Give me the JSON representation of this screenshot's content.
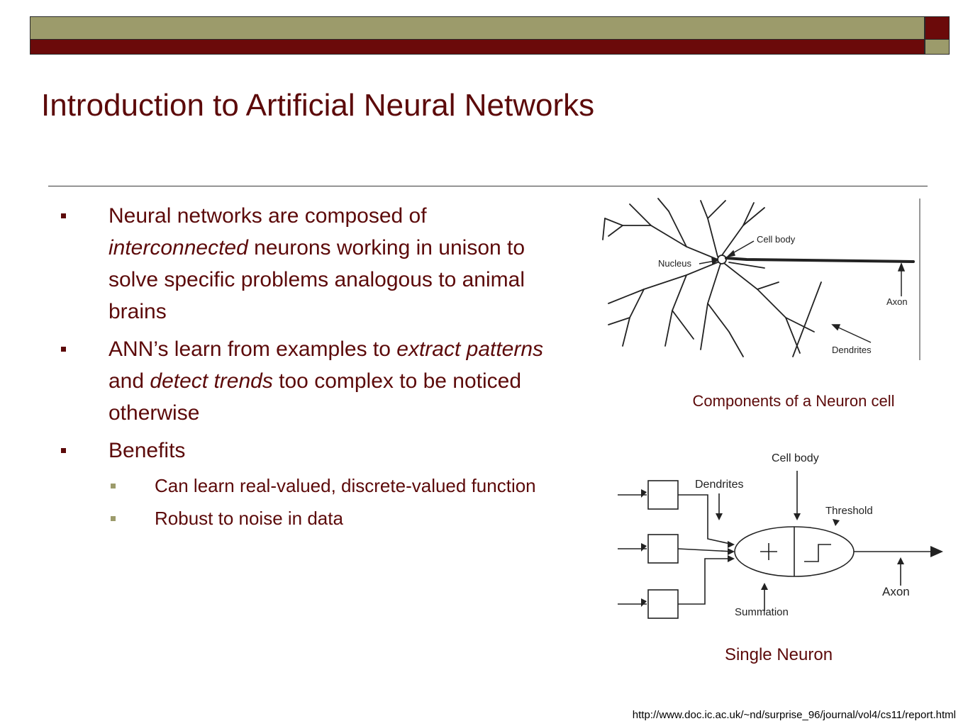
{
  "slide": {
    "title": "Introduction to Artificial Neural Networks",
    "source_url": "http://www.doc.ic.ac.uk/~nd/surprise_96/journal/vol4/cs11/report.html",
    "colors": {
      "title": "#5c0a0a",
      "olive": "#9c9b6b",
      "maroon": "#6b0a0a"
    }
  },
  "bullets": {
    "b1": {
      "pre": "Neural networks are composed of ",
      "em": "interconnected",
      "post": " neurons working in unison to solve specific problems analogous to animal brains"
    },
    "b2": {
      "t1": "ANN’s learn from examples to ",
      "em1": "extract patterns",
      "t2": " and ",
      "em2": "detect trends",
      "t3": " too complex to be noticed otherwise"
    },
    "b3": {
      "label": "Benefits"
    },
    "sub": [
      {
        "label": "Can learn real-valued, discrete-valued function"
      },
      {
        "label": "Robust to noise in data"
      }
    ]
  },
  "figures": {
    "neuron_cell": {
      "caption": "Components of a Neuron cell",
      "labels": {
        "cell_body": "Cell body",
        "nucleus": "Nucleus",
        "axon": "Axon",
        "dendrites": "Dendrites"
      }
    },
    "single_neuron": {
      "caption": "Single Neuron",
      "labels": {
        "cell_body": "Cell body",
        "dendrites": "Dendrites",
        "threshold": "Threshold",
        "axon": "Axon",
        "summation": "Summation"
      }
    }
  }
}
